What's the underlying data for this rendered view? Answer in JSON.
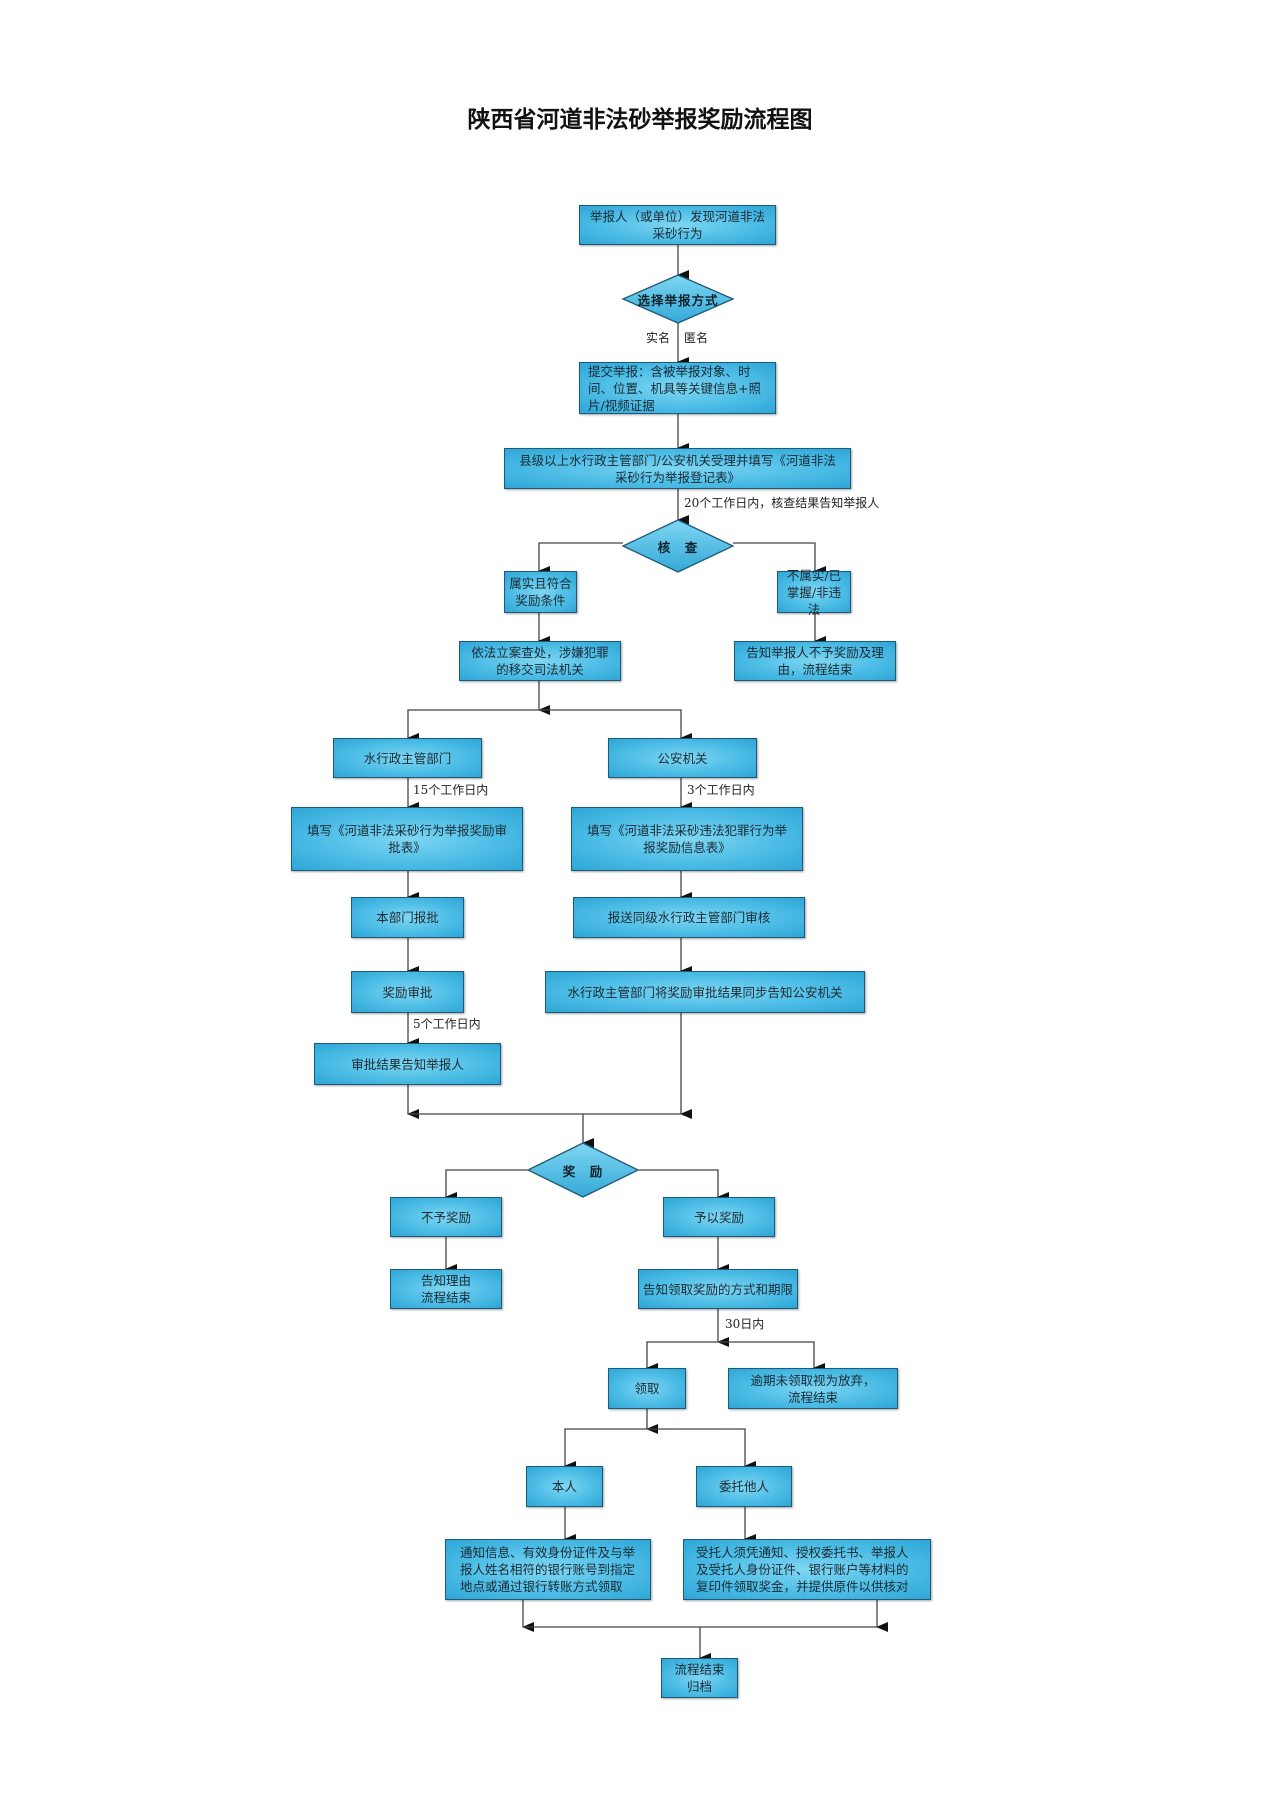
{
  "title": "陕西省河道非法砂举报奖励流程图",
  "nodes": {
    "discover": "举报人（或单位）发现河道非法采砂行为",
    "choose_method": "选择举报方式",
    "submit": "提交举报：含被举报对象、时间、位置、机具等关键信息+照片/视频证据",
    "accept": "县级以上水行政主管部门/公安机关受理并填写《河道非法采砂行为举报登记表》",
    "verify": "核　查",
    "true_qualified": "属实且符合奖励条件",
    "not_true": "不属实/已掌握/非违法",
    "investigate": "依法立案查处，涉嫌犯罪的移交司法机关",
    "notify_no_reward": "告知举报人不予奖励及理由，流程结束",
    "water_dept": "水行政主管部门",
    "police": "公安机关",
    "water_form": "填写《河道非法采砂行为举报奖励审批表》",
    "police_form": "填写《河道非法采砂违法犯罪行为举报奖励信息表》",
    "dept_report": "本部门报批",
    "send_review": "报送同级水行政主管部门审核",
    "reward_approval": "奖励审批",
    "sync_notify": "水行政主管部门将奖励审批结果同步告知公安机关",
    "notify_result": "审批结果告知举报人",
    "reward": "奖　励",
    "no_reward": "不予奖励",
    "give_reward": "予以奖励",
    "reason_end": "告知理由\n流程结束",
    "notify_claim": "告知领取奖励的方式和期限",
    "claim": "领取",
    "overdue": "逾期未领取视为放弃，流程结束",
    "self": "本人",
    "entrust": "委托他人",
    "self_detail": "通知信息、有效身份证件及与举报人姓名相符的银行账号到指定地点或通过银行转账方式领取",
    "entrust_detail": "受托人须凭通知、授权委托书、举报人及受托人身份证件、银行账户等材料的复印件领取奖金，并提供原件以供核对",
    "end_archive": "流程结束\n归档"
  },
  "labels": {
    "real_name": "实名",
    "anonymous": "匿名",
    "days20": "20个工作日内，核查结果告知举报人",
    "days15": "15个工作日内",
    "days3": "3个工作日内",
    "days5": "5个工作日内",
    "days30": "30日内"
  },
  "colors": {
    "box_fill": "#4dbde6",
    "box_border": "#1f5a78",
    "line": "#333333"
  }
}
